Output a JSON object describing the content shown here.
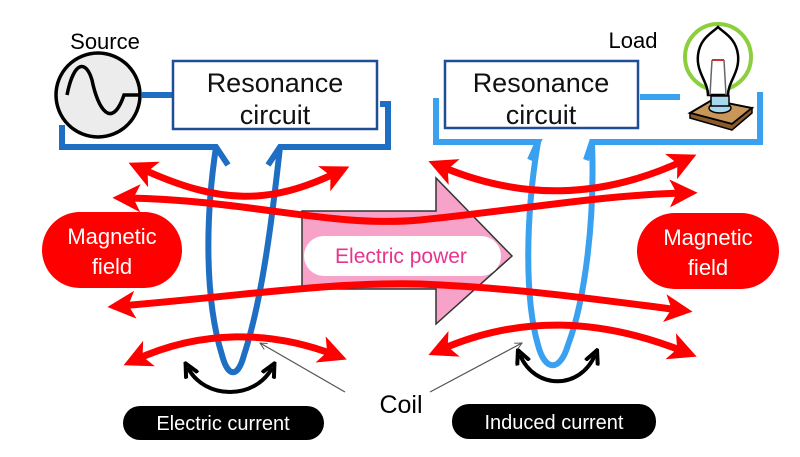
{
  "title": "Magnetic resonance wireless power transfer",
  "colors": {
    "primary_coil": "#1e6fc4",
    "secondary_coil": "#3aa0f0",
    "field": "#ff0000",
    "power_arrow_fill": "#f7a3c9",
    "power_text": "#e6348f",
    "badge": "#000000"
  },
  "labels": {
    "source": "Source",
    "load": "Load",
    "resonance_left_line1": "Resonance",
    "resonance_left_line2": "circuit",
    "resonance_right_line1": "Resonance",
    "resonance_right_line2": "circuit",
    "magnetic_left_line1": "Magnetic",
    "magnetic_left_line2": "field",
    "magnetic_right_line1": "Magnetic",
    "magnetic_right_line2": "field",
    "electric_power": "Electric power",
    "coil": "Coil",
    "electric_current": "Electric current",
    "induced_current": "Induced current"
  },
  "icons": {
    "source": "ac-source-icon",
    "load": "light-bulb-icon"
  }
}
